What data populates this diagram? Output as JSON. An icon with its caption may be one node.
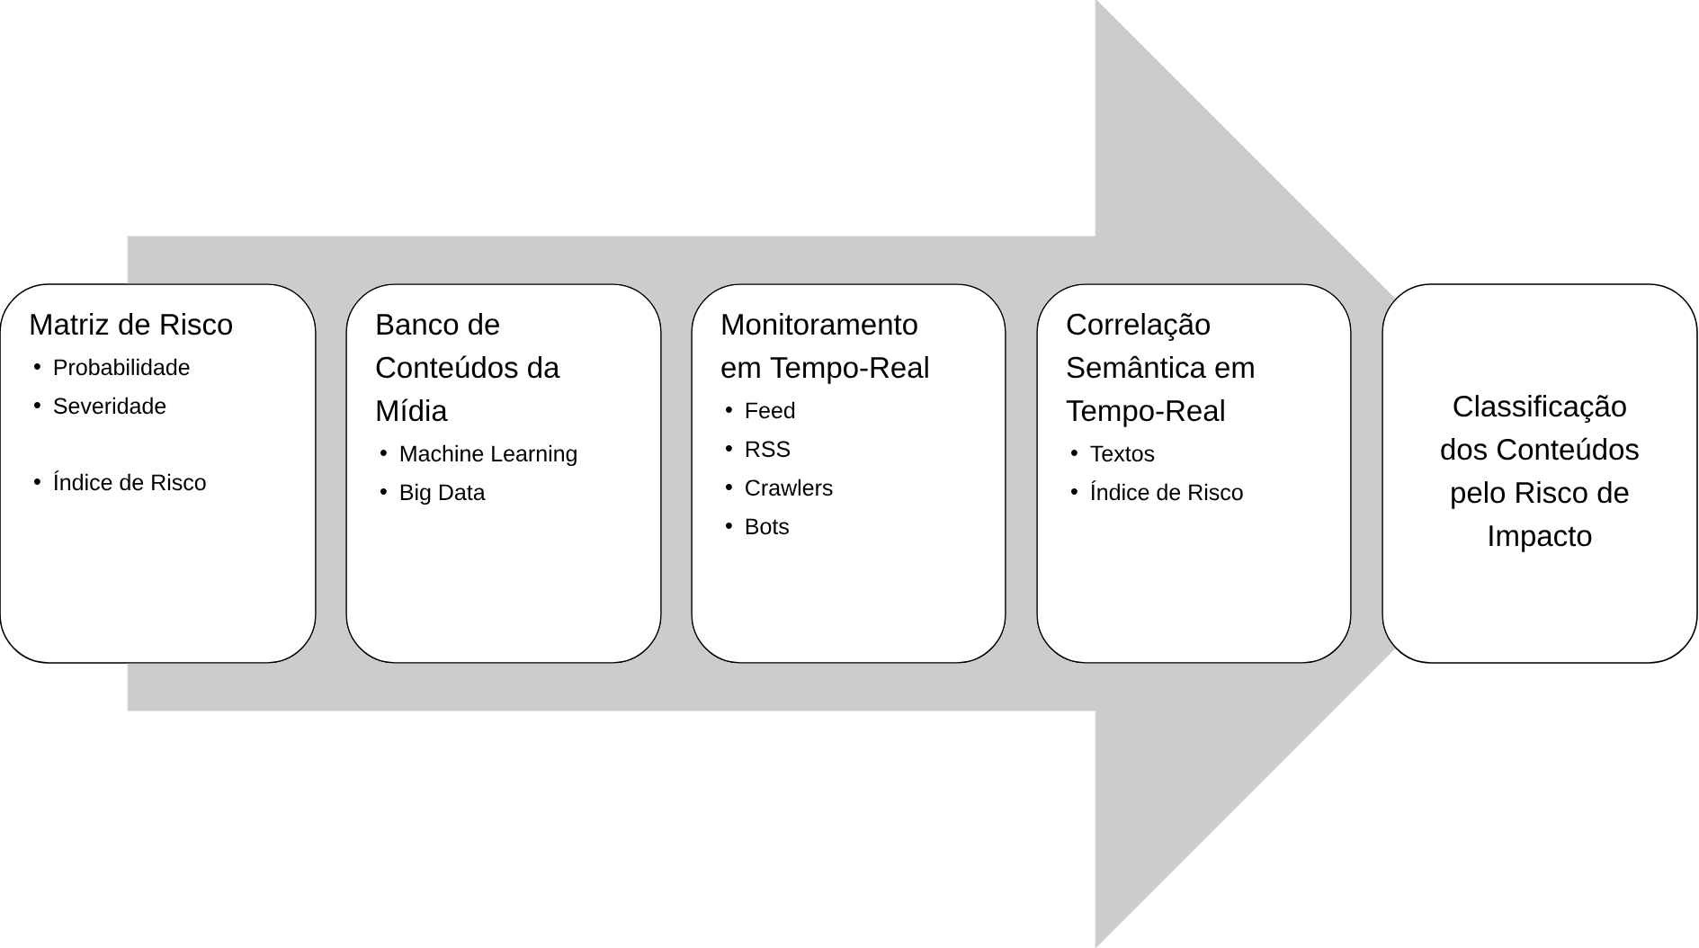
{
  "diagram": {
    "nodes": [
      {
        "text": [
          "Matriz de Risco",
          "Probabilidade",
          "Severidade",
          "Índice de Risco"
        ]
      },
      {
        "text": [
          "Banco de Conteúdos da Mídia",
          "Machine Learning",
          "Big Data"
        ]
      },
      {
        "text": [
          "Monitoramento em Tempo-Real",
          "Feed",
          "RSS",
          "Crawlers",
          "Bots"
        ]
      },
      {
        "text": [
          "Correlação Semântica em Tempo-Real",
          "Textos",
          "Índice de Risco"
        ]
      },
      {
        "text": [
          "Classificação dos Conteúdos pelo Risco de Impacto"
        ]
      }
    ],
    "edges": [
      {
        "from": 0,
        "to": 4,
        "arrow": "to",
        "style": "thick"
      }
    ]
  }
}
